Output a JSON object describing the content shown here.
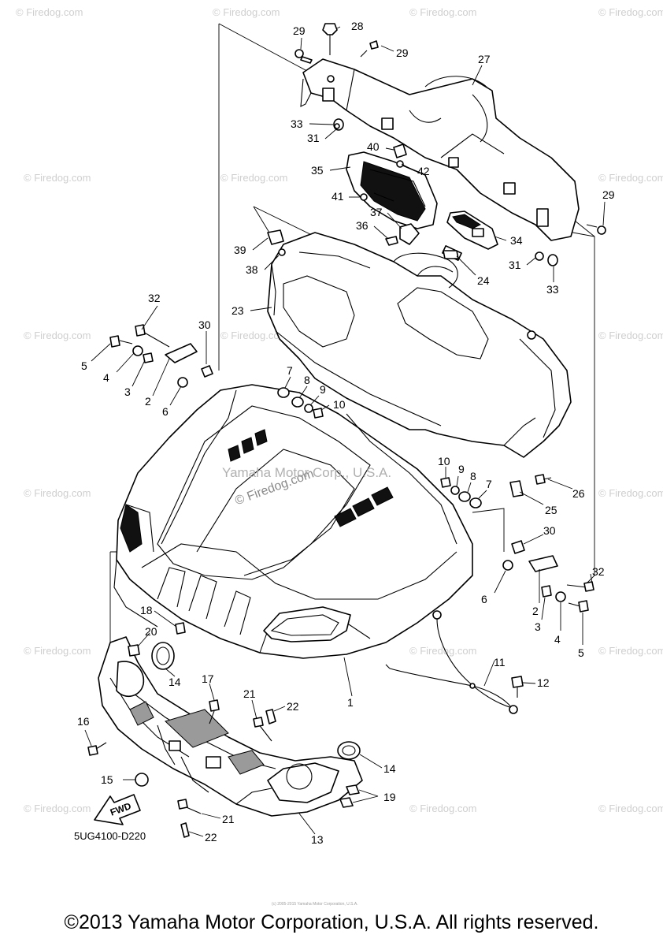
{
  "diagram": {
    "part_code": "5UG4100-D220",
    "copyright": "©2013 Yamaha Motor Corporation, U.S.A. All rights reserved.",
    "fwd_label": "FWD",
    "watermark": "© Firedog.com",
    "watermark_center": "Yamaha Motor Corp., U.S.A.",
    "watermark_center2": "© Firedog.com",
    "fine_print": "(c) 2005-2015 Yamaha Motor Corporation, U.S.A.",
    "callouts": [
      "29",
      "28",
      "29",
      "27",
      "33",
      "31",
      "40",
      "35",
      "42",
      "41",
      "37",
      "36",
      "34",
      "29",
      "39",
      "38",
      "24",
      "31",
      "33",
      "23",
      "32",
      "30",
      "5",
      "4",
      "3",
      "2",
      "6",
      "7",
      "8",
      "9",
      "10",
      "10",
      "9",
      "8",
      "7",
      "26",
      "25",
      "30",
      "32",
      "6",
      "2",
      "3",
      "4",
      "5",
      "18",
      "20",
      "14",
      "1",
      "11",
      "12",
      "17",
      "21",
      "22",
      "16",
      "14",
      "15",
      "19",
      "21",
      "22",
      "13"
    ]
  }
}
